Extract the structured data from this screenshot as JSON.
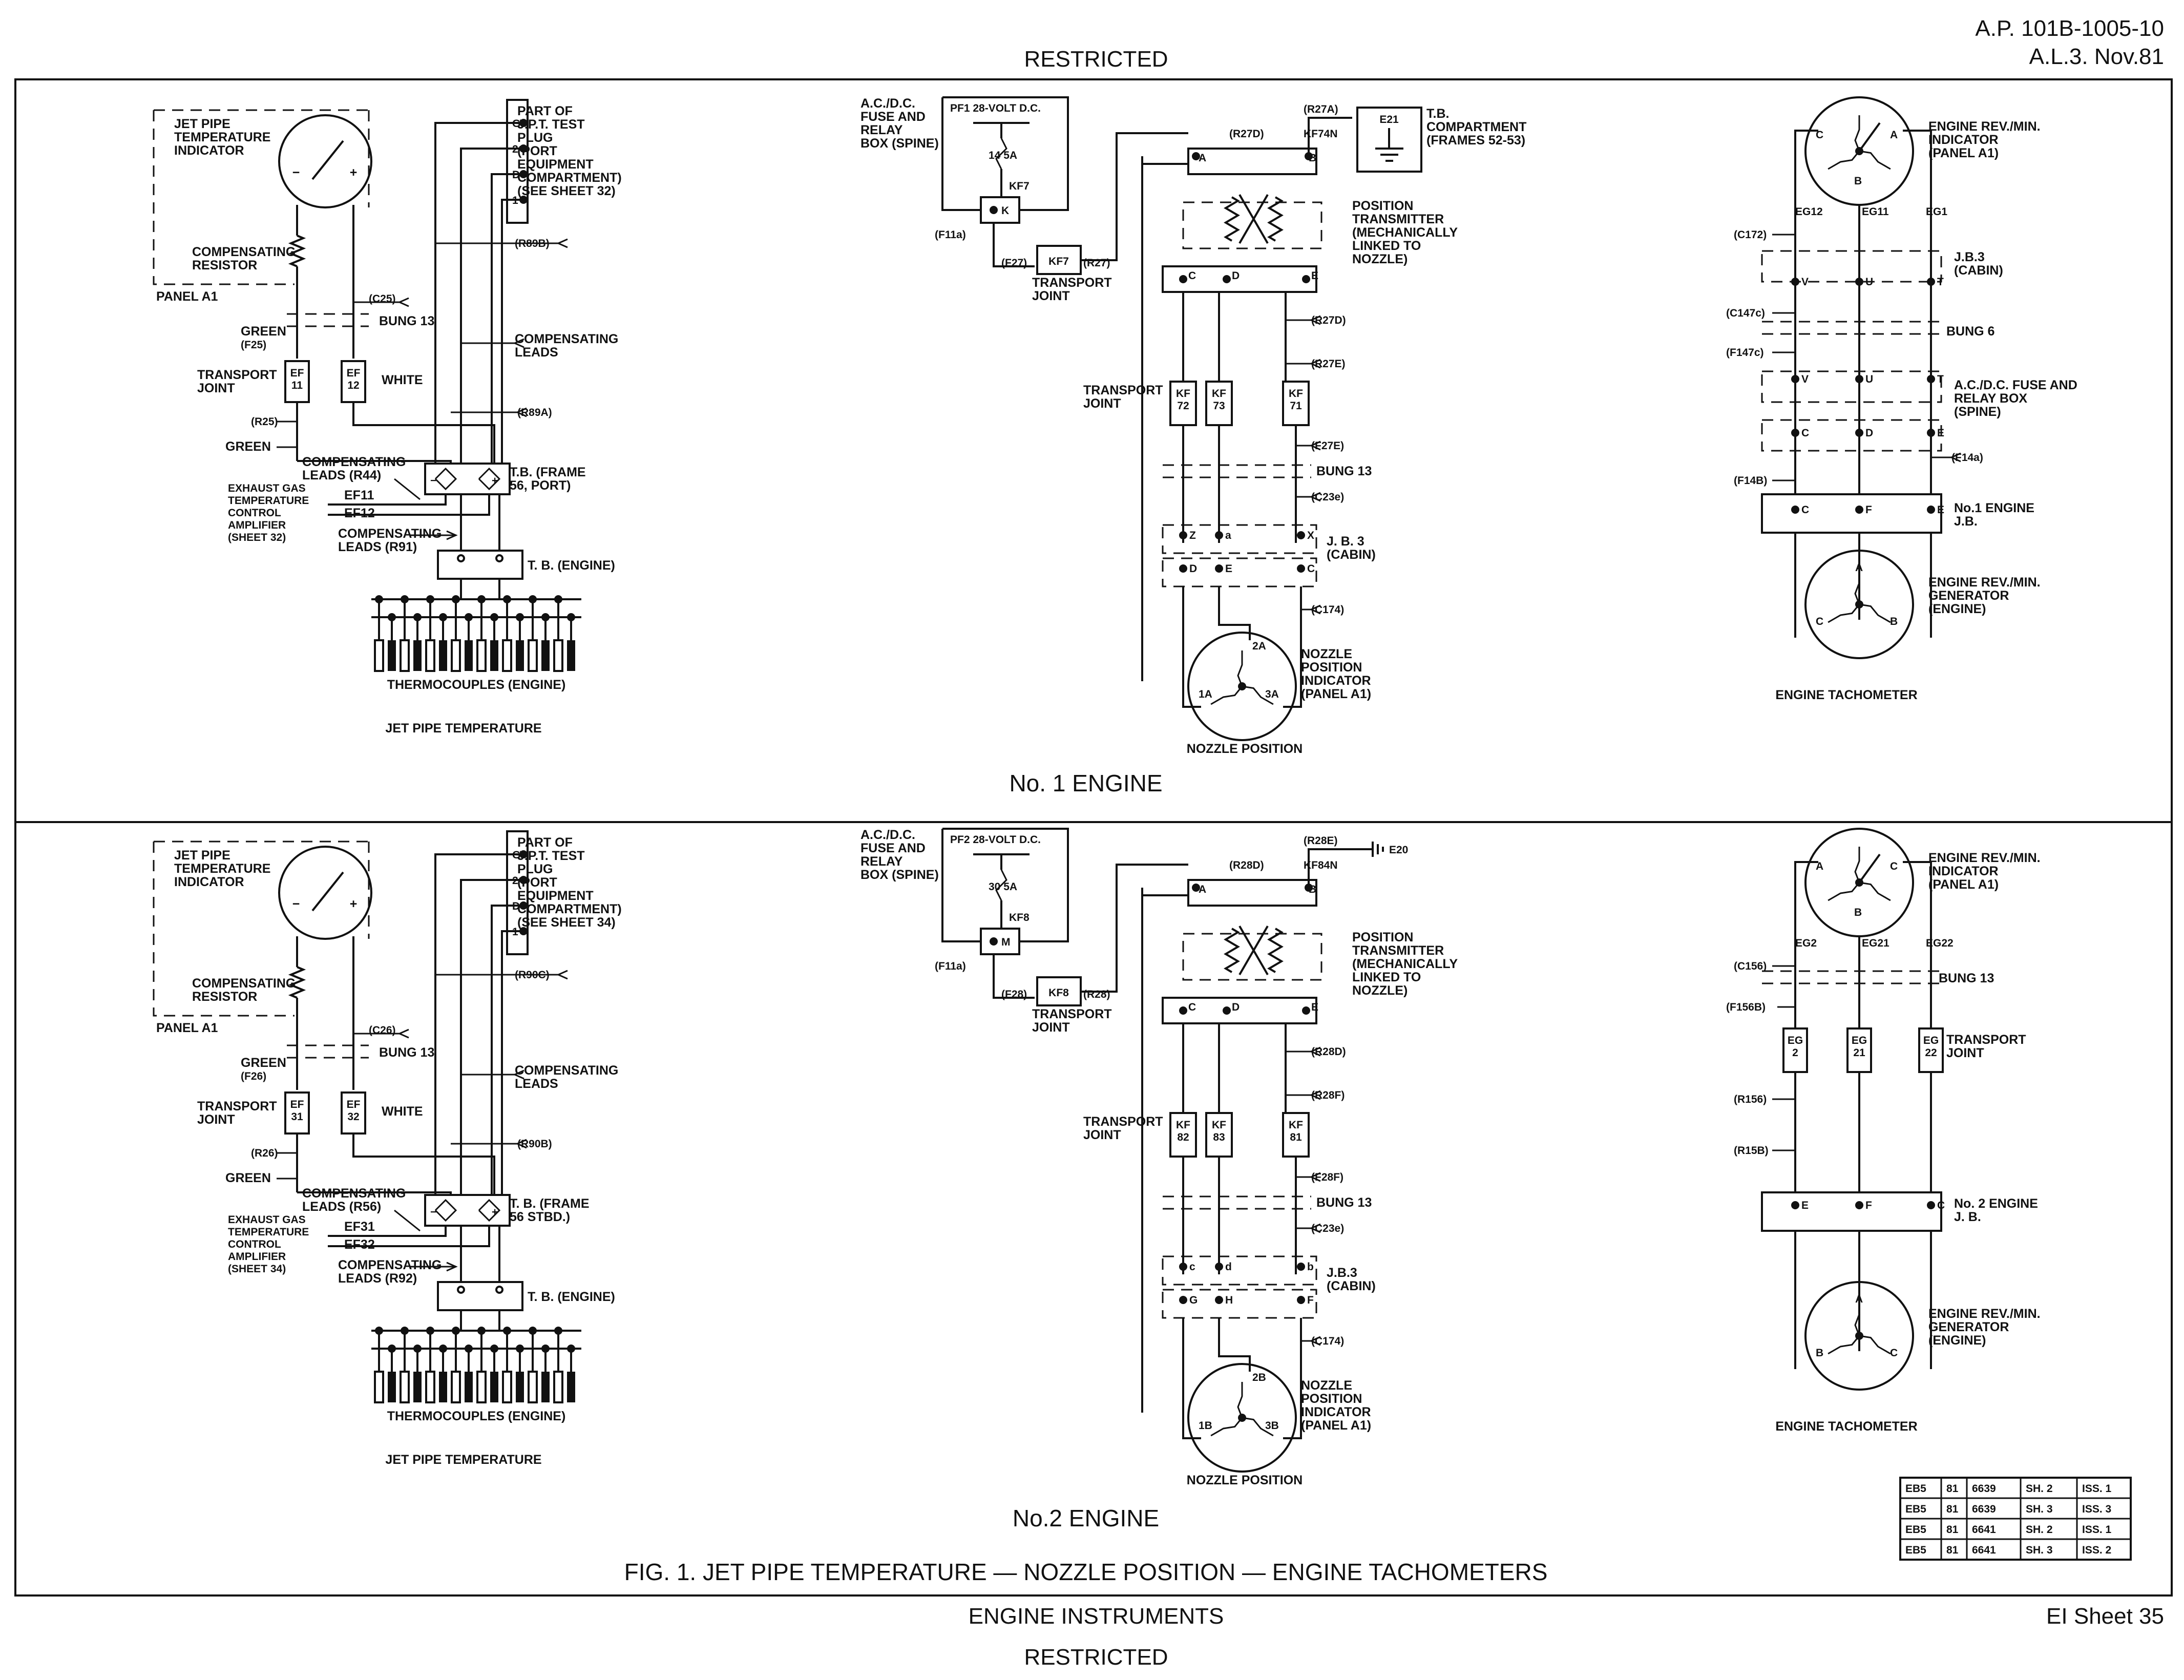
{
  "header": {
    "restricted_top": "RESTRICTED",
    "publication": "A.P. 101B-1005-10",
    "amendment": "A.L.3. Nov.81"
  },
  "footer": {
    "figure_title": "FIG. 1.  JET PIPE TEMPERATURE — NOZZLE POSITION — ENGINE TACHOMETERS",
    "section": "ENGINE  INSTRUMENTS",
    "restricted_bottom": "RESTRICTED",
    "sheet_ref": "EI Sheet 35"
  },
  "engine1": {
    "title": "No. 1  ENGINE",
    "jpt": {
      "caption": "JET PIPE TEMPERATURE",
      "indicator": [
        "JET PIPE",
        "TEMPERATURE",
        "INDICATOR"
      ],
      "compensating_resistor": [
        "COMPENSATING",
        "RESISTOR"
      ],
      "panel": "PANEL A1",
      "test_plug": [
        "PART OF",
        "J.P.T. TEST",
        "PLUG",
        "(PORT",
        "EQUIPMENT",
        "COMPARTMENT)",
        "(SEE SHEET 32)"
      ],
      "plug_pins": [
        "G",
        "2",
        "D",
        "1"
      ],
      "cable_r89b": "(R89B)",
      "cable_c25": "(C25)",
      "bung": "BUNG 13",
      "green_f": "GREEN",
      "cable_f25": "(F25)",
      "transport_joint": [
        "TRANSPORT",
        "JOINT"
      ],
      "ef_left": [
        "EF",
        "11"
      ],
      "ef_right": [
        "EF",
        "12"
      ],
      "white": "WHITE",
      "compensating_leads": [
        "COMPENSATING",
        "LEADS"
      ],
      "cable_r25": "(R25)",
      "cable_r89a": "(R89A)",
      "green_r": "GREEN",
      "comp_leads_a": [
        "COMPENSATING",
        "LEADS (R44)"
      ],
      "tb_frame": [
        "T.B. (FRAME",
        "56, PORT)"
      ],
      "egt_amp": [
        "EXHAUST GAS",
        "TEMPERATURE",
        "CONTROL",
        "AMPLIFIER",
        "(SHEET 32)"
      ],
      "egt_wire1": "EF11",
      "egt_wire2": "EF12",
      "comp_leads_b": [
        "COMPENSATING",
        "LEADS (R91)"
      ],
      "tb_engine": "T. B. (ENGINE)",
      "thermocouples": "THERMOCOUPLES (ENGINE)"
    },
    "nozzle": {
      "caption": "NOZZLE POSITION",
      "fuse_box": [
        "A.C./D.C.",
        "FUSE AND",
        "RELAY",
        "BOX (SPINE)"
      ],
      "pf": "PF1  28-VOLT D.C.",
      "fuse": "14   5A",
      "relay_kf": "KF7",
      "relay_pin": "K",
      "cable_f11a": "(F11a)",
      "cable_f27": "(F27)",
      "kf_joint": "KF7",
      "cable_r27": "(R27)",
      "transport_joint_a": [
        "TRANSPORT",
        "JOINT"
      ],
      "cable_r27a": "(R27A)",
      "earth": "E21",
      "tb_compartment": [
        "T.B.",
        "COMPARTMENT",
        "(FRAMES 52-53)"
      ],
      "cable_r27d_top": "(R27D)",
      "kf_n": "KF74N",
      "pins_top": [
        "A",
        "B"
      ],
      "transmitter": [
        "POSITION",
        "TRANSMITTER",
        "(MECHANICALLY",
        "LINKED TO",
        "NOZZLE)"
      ],
      "pins_mid": [
        "C",
        "D",
        "E"
      ],
      "cable_r27d": "(R27D)",
      "cable_r27e": "(R27E)",
      "transport_joint_b": [
        "TRANSPORT",
        "JOINT"
      ],
      "kf_blocks": [
        [
          "KF",
          "72"
        ],
        [
          "KF",
          "73"
        ],
        [
          "KF",
          "71"
        ]
      ],
      "cable_f27e": "(F27E)",
      "bung": "BUNG 13",
      "cable_c23e": "(C23e)",
      "jb_pins_top": [
        "Z",
        "a",
        "X"
      ],
      "jb_pins_bot": [
        "D",
        "E",
        "C"
      ],
      "jb": [
        "J. B. 3",
        "(CABIN)"
      ],
      "cable_c174": "(C174)",
      "ind_pins": [
        "2A",
        "1A",
        "3A"
      ],
      "indicator": [
        "NOZZLE",
        "POSITION",
        "INDICATOR",
        "(PANEL A1)"
      ]
    },
    "tacho": {
      "caption": "ENGINE TACHOMETER",
      "indicator": [
        "ENGINE REV./MIN.",
        "INDICATOR",
        "(PANEL A1)"
      ],
      "ind_pins": [
        "C",
        "A",
        "B"
      ],
      "wires": [
        "EG12",
        "EG11",
        "EG1"
      ],
      "cable_c172": "(C172)",
      "jb3_pins": [
        "V",
        "U",
        "T"
      ],
      "jb3": [
        "J.B.3",
        "(CABIN)"
      ],
      "cable_c147c": "(C147c)",
      "bung": "BUNG 6",
      "cable_f147c": "(F147c)",
      "fuse_pins_top": [
        "V",
        "U",
        "T"
      ],
      "fuse_box": [
        "A.C./D.C. FUSE AND",
        "RELAY BOX",
        "(SPINE)"
      ],
      "fuse_pins_bot": [
        "C",
        "D",
        "E"
      ],
      "cable_f14a": "(F14a)",
      "cable_f14b": "(F14B)",
      "ejb_pins": [
        "C",
        "F",
        "E"
      ],
      "engine_jb": [
        "No.1 ENGINE",
        "J.B."
      ],
      "gen_pins": [
        "A",
        "C",
        "B"
      ],
      "generator": [
        "ENGINE REV./MIN.",
        "GENERATOR",
        "(ENGINE)"
      ]
    }
  },
  "engine2": {
    "title": "No.2  ENGINE",
    "jpt": {
      "caption": "JET PIPE TEMPERATURE",
      "indicator": [
        "JET PIPE",
        "TEMPERATURE",
        "INDICATOR"
      ],
      "compensating_resistor": [
        "COMPENSATING",
        "RESISTOR"
      ],
      "panel": "PANEL A1",
      "test_plug": [
        "PART OF",
        "J.P.T. TEST",
        "PLUG",
        "(PORT",
        "EQUIPMENT",
        "COMPARTMENT)",
        "(SEE SHEET 34)"
      ],
      "plug_pins": [
        "G",
        "2",
        "D",
        "1"
      ],
      "cable_r89b": "(R90C)",
      "cable_c25": "(C26)",
      "bung": "BUNG 13",
      "green_f": "GREEN",
      "cable_f25": "(F26)",
      "transport_joint": [
        "TRANSPORT",
        "JOINT"
      ],
      "ef_left": [
        "EF",
        "31"
      ],
      "ef_right": [
        "EF",
        "32"
      ],
      "white": "WHITE",
      "compensating_leads": [
        "COMPENSATING",
        "LEADS"
      ],
      "cable_r25": "(R26)",
      "cable_r89a": "(R90B)",
      "green_r": "GREEN",
      "comp_leads_a": [
        "COMPENSATING",
        "LEADS (R56)"
      ],
      "tb_frame": [
        "T. B. (FRAME",
        "56 STBD.)"
      ],
      "egt_amp": [
        "EXHAUST GAS",
        "TEMPERATURE",
        "CONTROL",
        "AMPLIFIER",
        "(SHEET 34)"
      ],
      "egt_wire1": "EF31",
      "egt_wire2": "EF32",
      "comp_leads_b": [
        "COMPENSATING",
        "LEADS  (R92)"
      ],
      "tb_engine": "T. B. (ENGINE)",
      "thermocouples": "THERMOCOUPLES (ENGINE)"
    },
    "nozzle": {
      "caption": "NOZZLE POSITION",
      "fuse_box": [
        "A.C./D.C.",
        "FUSE AND",
        "RELAY",
        "BOX (SPINE)"
      ],
      "pf": "PF2  28-VOLT D.C.",
      "fuse": "30   5A",
      "relay_kf": "KF8",
      "relay_pin": "M",
      "cable_f11a": "(F11a)",
      "cable_f27": "(F28)",
      "kf_joint": "KF8",
      "cable_r27": "(R28)",
      "transport_joint_a": [
        "TRANSPORT",
        "JOINT"
      ],
      "cable_r27a": "(R28E)",
      "earth": "E20",
      "cable_r27d_top": "(R28D)",
      "kf_n": "KF84N",
      "pins_top": [
        "A",
        "B"
      ],
      "transmitter": [
        "POSITION",
        "TRANSMITTER",
        "(MECHANICALLY",
        "LINKED TO",
        "NOZZLE)"
      ],
      "pins_mid": [
        "C",
        "D",
        "E"
      ],
      "cable_r27d": "(R28D)",
      "cable_r27e": "(R28F)",
      "transport_joint_b": [
        "TRANSPORT",
        "JOINT"
      ],
      "kf_blocks": [
        [
          "KF",
          "82"
        ],
        [
          "KF",
          "83"
        ],
        [
          "KF",
          "81"
        ]
      ],
      "cable_f27e": "(F28F)",
      "bung": "BUNG 13",
      "cable_c23e": "(C23e)",
      "jb_pins_top": [
        "c",
        "d",
        "b"
      ],
      "jb_pins_bot": [
        "G",
        "H",
        "F"
      ],
      "jb": [
        "J.B.3",
        "(CABIN)"
      ],
      "cable_c174": "(C174)",
      "ind_pins": [
        "2B",
        "1B",
        "3B"
      ],
      "indicator": [
        "NOZZLE",
        "POSITION",
        "INDICATOR",
        "(PANEL A1)"
      ]
    },
    "tacho": {
      "caption": "ENGINE TACHOMETER",
      "indicator": [
        "ENGINE REV./MIN.",
        "INDICATOR",
        "(PANEL A1)"
      ],
      "ind_pins": [
        "A",
        "C",
        "B"
      ],
      "wires": [
        "EG2",
        "EG21",
        "EG22"
      ],
      "cable_c156": "(C156)",
      "bung": "BUNG 13",
      "cable_f156b": "(F156B)",
      "eg_blocks": [
        [
          "EG",
          "2"
        ],
        [
          "EG",
          "21"
        ],
        [
          "EG",
          "22"
        ]
      ],
      "transport_joint": [
        "TRANSPORT",
        "JOINT"
      ],
      "cable_r156": "(R156)",
      "cable_r15b": "(R15B)",
      "ejb_pins": [
        "E",
        "F",
        "C"
      ],
      "engine_jb": [
        "No. 2 ENGINE",
        "J. B."
      ],
      "gen_pins": [
        "A",
        "B",
        "C"
      ],
      "generator": [
        "ENGINE REV./MIN.",
        "GENERATOR",
        "(ENGINE)"
      ]
    }
  },
  "reference_table": [
    [
      "EB5",
      "81",
      "6639",
      "SH. 2",
      "ISS. 1"
    ],
    [
      "EB5",
      "81",
      "6639",
      "SH. 3",
      "ISS. 3"
    ],
    [
      "EB5",
      "81",
      "6641",
      "SH. 2",
      "ISS. 1"
    ],
    [
      "EB5",
      "81",
      "6641",
      "SH. 3",
      "ISS. 2"
    ]
  ]
}
